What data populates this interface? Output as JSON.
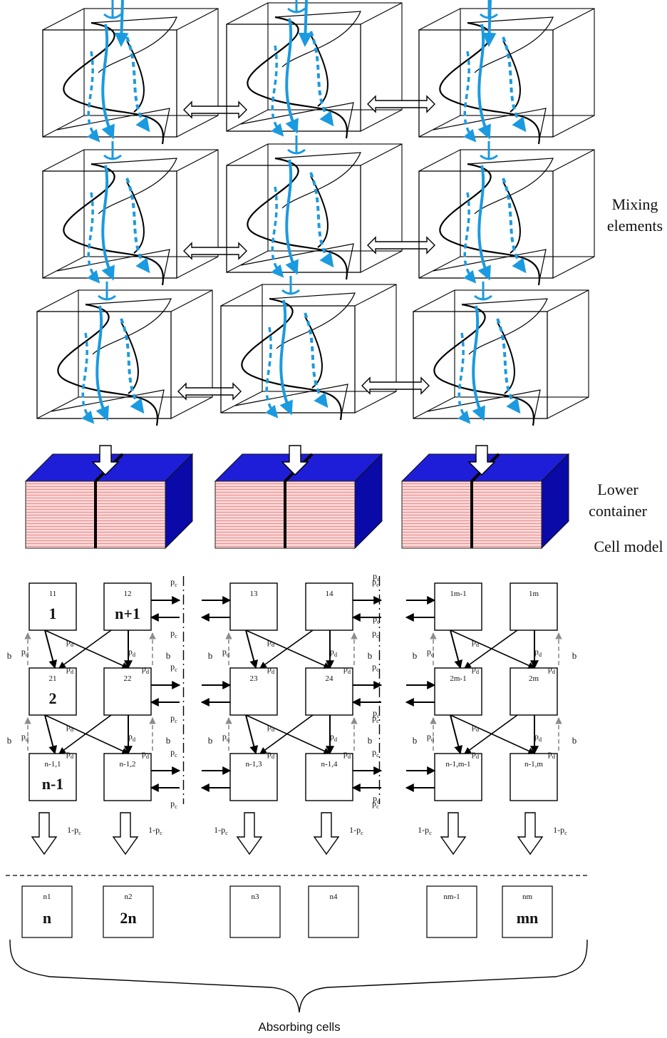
{
  "labels": {
    "mixing": [
      "Mixing",
      "elements"
    ],
    "lower": [
      "Lower",
      "container"
    ],
    "cell_model": "Cell model",
    "absorbing": "Absorbing cells"
  },
  "colors": {
    "flow_arrow": "#1a9ae0",
    "container_top": "#1e1ed8",
    "container_side": "#0a0aa8",
    "container_front": "#f9c8c8",
    "container_stripe": "#e88c8c",
    "dashed_arrow": "#8c8c8c"
  },
  "cells": {
    "rows": [
      [
        {
          "id": "11",
          "big": "1"
        },
        {
          "id": "12",
          "big": "n+1"
        },
        {
          "id": "13",
          "big": ""
        },
        {
          "id": "14",
          "big": ""
        },
        {
          "id": "1m-1",
          "big": ""
        },
        {
          "id": "1m",
          "big": ""
        }
      ],
      [
        {
          "id": "21",
          "big": "2"
        },
        {
          "id": "22",
          "big": ""
        },
        {
          "id": "23",
          "big": ""
        },
        {
          "id": "24",
          "big": ""
        },
        {
          "id": "2m-1",
          "big": ""
        },
        {
          "id": "2m",
          "big": ""
        }
      ],
      [
        {
          "id": "n-1,1",
          "big": "n-1"
        },
        {
          "id": "n-1,2",
          "big": ""
        },
        {
          "id": "n-1,3",
          "big": ""
        },
        {
          "id": "n-1,4",
          "big": ""
        },
        {
          "id": "n-1,m-1",
          "big": ""
        },
        {
          "id": "n-1,m",
          "big": ""
        }
      ]
    ],
    "absorbing": [
      {
        "id": "n1",
        "big": "n"
      },
      {
        "id": "n2",
        "big": "2n"
      },
      {
        "id": "n3",
        "big": ""
      },
      {
        "id": "n4",
        "big": ""
      },
      {
        "id": "nm-1",
        "big": ""
      },
      {
        "id": "nm",
        "big": "mn"
      }
    ]
  },
  "symbols": {
    "pd": "p",
    "pd_sub": "d",
    "pc": "p",
    "pc_sub": "c",
    "b": "b",
    "exit": "1-p",
    "exit_sub": "c"
  }
}
